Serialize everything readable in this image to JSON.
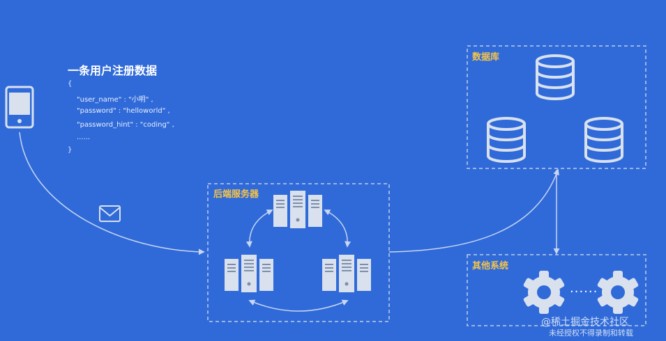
{
  "data_block": {
    "title": "一条用户注册数据",
    "brace_open": "{",
    "lines": [
      "\"user_name\"  :  \"小明\" ,",
      "\"password\"  :  \"helloworld\" ,",
      "\"password_hint\"  :  \"coding\" ,",
      "......"
    ],
    "brace_close": "}"
  },
  "backend": {
    "label": "后端服务器"
  },
  "database": {
    "label": "数据库"
  },
  "other": {
    "label": "其他系统",
    "ellipsis": "......"
  },
  "watermark": {
    "line1": "@稀土掘金技术社区",
    "line2": "未经授权不得录制和转载"
  },
  "icons": {
    "phone": "phone-icon",
    "mail": "mail-icon",
    "server": "server-icon",
    "database": "database-icon",
    "gear": "gear-icon"
  },
  "colors": {
    "background": "#2f6ad8",
    "icon": "#d9e1ef",
    "label": "#f6c44a",
    "line": "#c9d6f2"
  }
}
